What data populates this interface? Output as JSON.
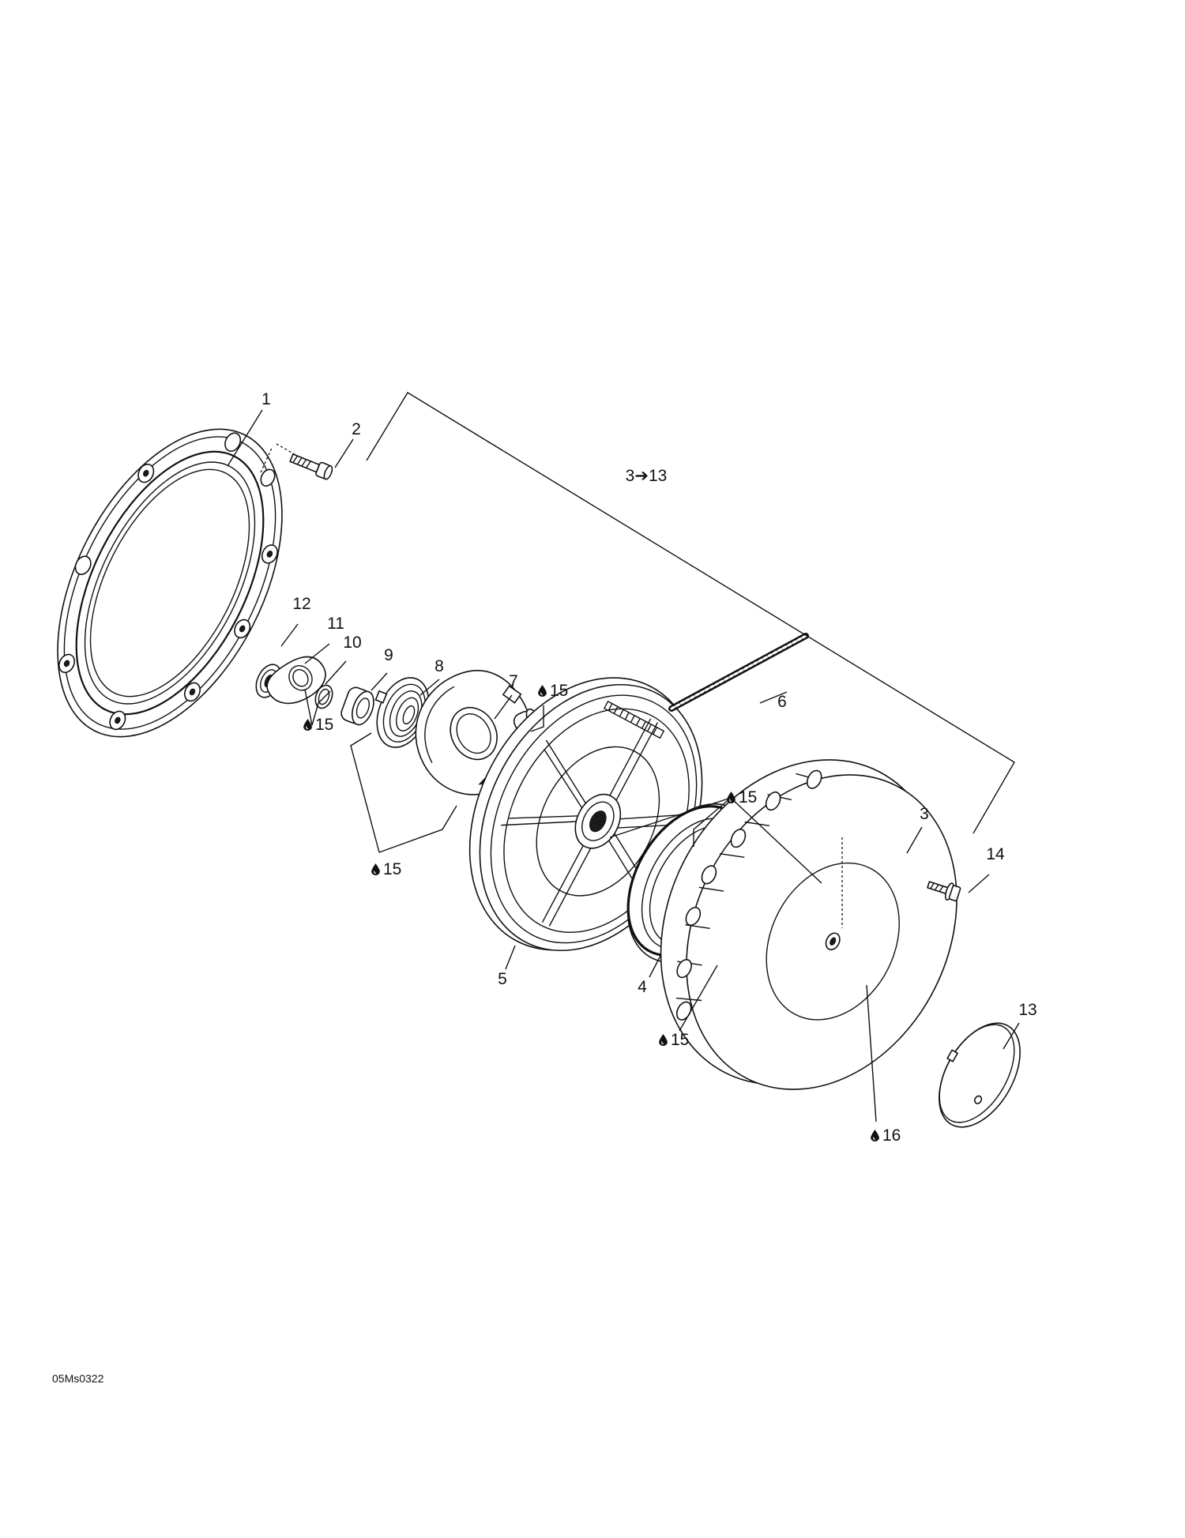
{
  "labels": {
    "p1": "1",
    "p2": "2",
    "p3": "3",
    "p3_13": "3➔13",
    "p4": "4",
    "p5": "5",
    "p6": "6",
    "p7": "7",
    "p8": "8",
    "p9": "9",
    "p10": "10",
    "p11": "11",
    "p12": "12",
    "p13": "13",
    "p14": "14",
    "lub15_a": "15",
    "lub15_b": "15",
    "lub15_c": "15",
    "lub15_d": "15",
    "lub15_e": "15",
    "lub16": "16"
  },
  "ref_code": "05Ms0322",
  "icons": {
    "lubricant": "oil-drop-icon"
  },
  "colors": {
    "ink": "#111111",
    "background": "#ffffff"
  }
}
